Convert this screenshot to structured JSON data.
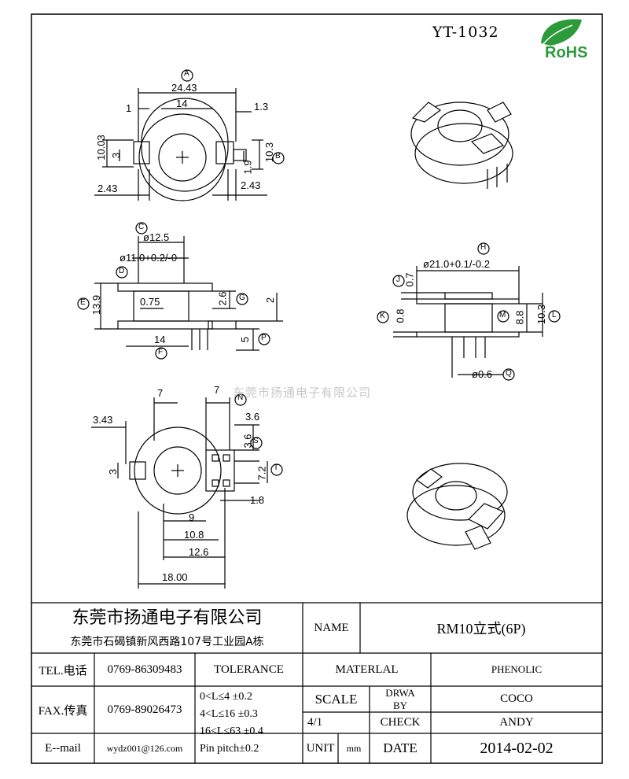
{
  "header": {
    "part_number": "YT-1032",
    "rohs_label": "RoHS"
  },
  "watermark": "东莞市扬通电子有限公司",
  "drawing": {
    "top_view": {
      "dims": [
        "24.43",
        "14",
        "1",
        "1.3",
        "10.03",
        "3",
        "1.9",
        "10.3",
        "2.43",
        "2.43"
      ],
      "markers": [
        "A",
        "B"
      ]
    },
    "side_view": {
      "dims": [
        "ø12.5",
        "ø11.0+0.2/-0",
        "0.75",
        "13.9",
        "2.6",
        "2",
        "14",
        "5"
      ],
      "markers": [
        "C",
        "D",
        "E",
        "G",
        "F",
        "P"
      ]
    },
    "side_view_2": {
      "dims": [
        "ø21.0+0.1/-0.2",
        "0.7",
        "0.8",
        "8.8",
        "10.3",
        "ø0.6"
      ],
      "markers": [
        "H",
        "J",
        "K",
        "M",
        "L",
        "Q"
      ]
    },
    "bottom_view": {
      "dims": [
        "7",
        "7",
        "3.43",
        "3.6",
        "3.6",
        "7.2",
        "3",
        "1.8",
        "9",
        "10.8",
        "12.6",
        "18.00"
      ],
      "markers": [
        "N",
        "S",
        "T"
      ]
    }
  },
  "title_block": {
    "company_name": "东莞市扬通电子有限公司",
    "company_address": "东莞市石碣镇新风西路107号工业园A栋",
    "name_label": "NAME",
    "name_value": "RM10立式(6P)",
    "tel_label": "TEL.电话",
    "tel_value": "0769-86309483",
    "tolerance_label": "TOLERANCE",
    "material_label": "MATERLAL",
    "material_value": "PHENOLIC",
    "fax_label": "FAX.传真",
    "fax_value": "0769-89026473",
    "tol_1": "0<L≤4   ±0.2",
    "tol_2": "4<L≤16  ±0.3",
    "tol_3": "16<L≤63 ±0.4",
    "tol_4": "Pin pitch±0.2",
    "scale_label": "SCALE",
    "scale_value": "4/1",
    "drwa_label": "DRWA",
    "by_label": "BY",
    "drawn_by": "COCO",
    "check_label": "CHECK",
    "checked_by": "ANDY",
    "email_label": "E--mail",
    "email_value": "wydz001@126.com",
    "unit_label": "UNIT",
    "unit_value": "mm",
    "date_label": "DATE",
    "date_value": "2014-02-02"
  }
}
